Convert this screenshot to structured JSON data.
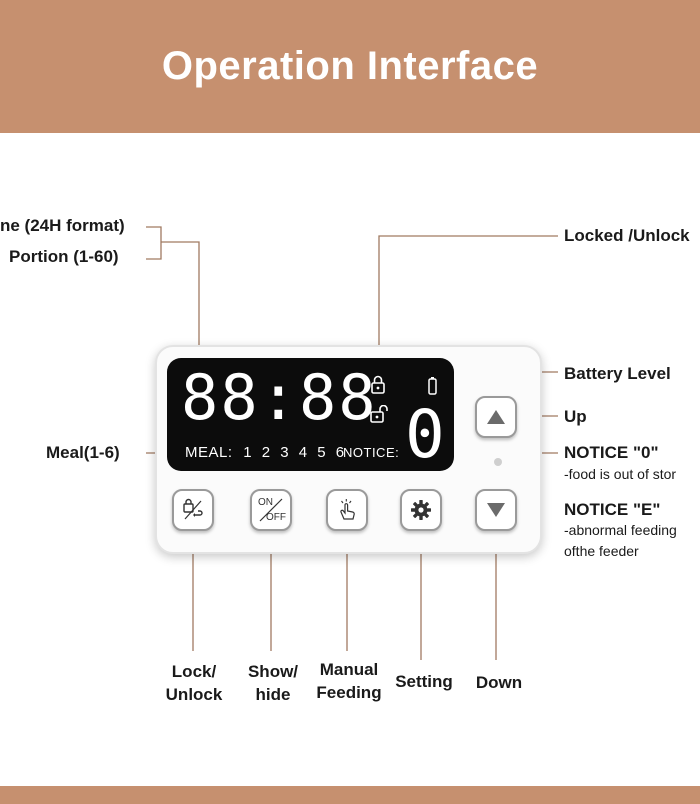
{
  "header": {
    "title": "Operation Interface"
  },
  "labels": {
    "time": "ne (24H format)",
    "portion": "Portion (1-60)",
    "meal": "Meal(1-6)",
    "locked_unlocked": "Locked /Unlock",
    "battery": "Battery Level",
    "up": "Up",
    "notice0_title": "NOTICE \"0\"",
    "notice0_desc": "-food is out of stor",
    "noticeE_title": "NOTICE \"E\"",
    "noticeE_desc1": "-abnormal feeding",
    "noticeE_desc2": "ofthe feeder"
  },
  "screen": {
    "time_display": "88:88",
    "meal_prefix": "MEAL:",
    "meal_numbers": [
      "1",
      "2",
      "3",
      "4",
      "5",
      "6"
    ],
    "notice_label": "NOTICE:",
    "notice_value": "0"
  },
  "buttons": {
    "lock": {
      "line1": "Lock/",
      "line2": "Unlock",
      "icon": "lock-back-icon"
    },
    "show": {
      "line1": "Show/",
      "line2": "hide",
      "icon": "on-off-icon",
      "icon_top": "ON",
      "icon_bottom": "OFF"
    },
    "manual": {
      "line1": "Manual",
      "line2": "Feeding",
      "icon": "hand-tap-icon"
    },
    "setting": {
      "line1": "Setting",
      "icon": "gear-icon"
    },
    "down": {
      "line1": "Down",
      "icon": "down-arrow-icon"
    },
    "up": {
      "icon": "up-arrow-icon"
    }
  },
  "colors": {
    "brand": "#c6906f",
    "leader_lines": "#a07a62",
    "screen": "#0c0c0c"
  }
}
